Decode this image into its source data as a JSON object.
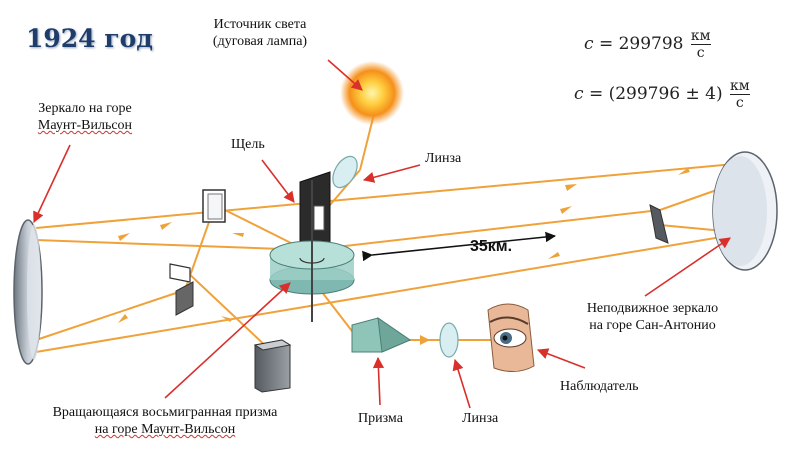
{
  "year": "1924 год",
  "formula1": {
    "lhs": "c",
    "eq": "= 299798",
    "unit_num": "км",
    "unit_den": "c"
  },
  "formula2": {
    "lhs": "c",
    "eq": "= (299796 ± 4)",
    "unit_num": "км",
    "unit_den": "c"
  },
  "labels": {
    "light_source_1": "Источник света",
    "light_source_2": "(дуговая лампа)",
    "mirror_wilson_1": "Зеркало на горе",
    "mirror_wilson_2": "Маунт-Вильсон",
    "slit": "Щель",
    "lens_top": "Линза",
    "distance": "35км.",
    "fixed_mirror_1": "Неподвижное зеркало",
    "fixed_mirror_2": "на горе Сан-Антонио",
    "observer": "Наблюдатель",
    "octagon_prism_1": "Вращающаяся восьмигранная призма",
    "octagon_prism_2": "на горе Маунт-Вильсон",
    "prism": "Призма",
    "lens_bottom": "Линза"
  },
  "colors": {
    "beam": "#f0a23a",
    "arrow": "#d9302b",
    "title": "#1f3d6b"
  }
}
